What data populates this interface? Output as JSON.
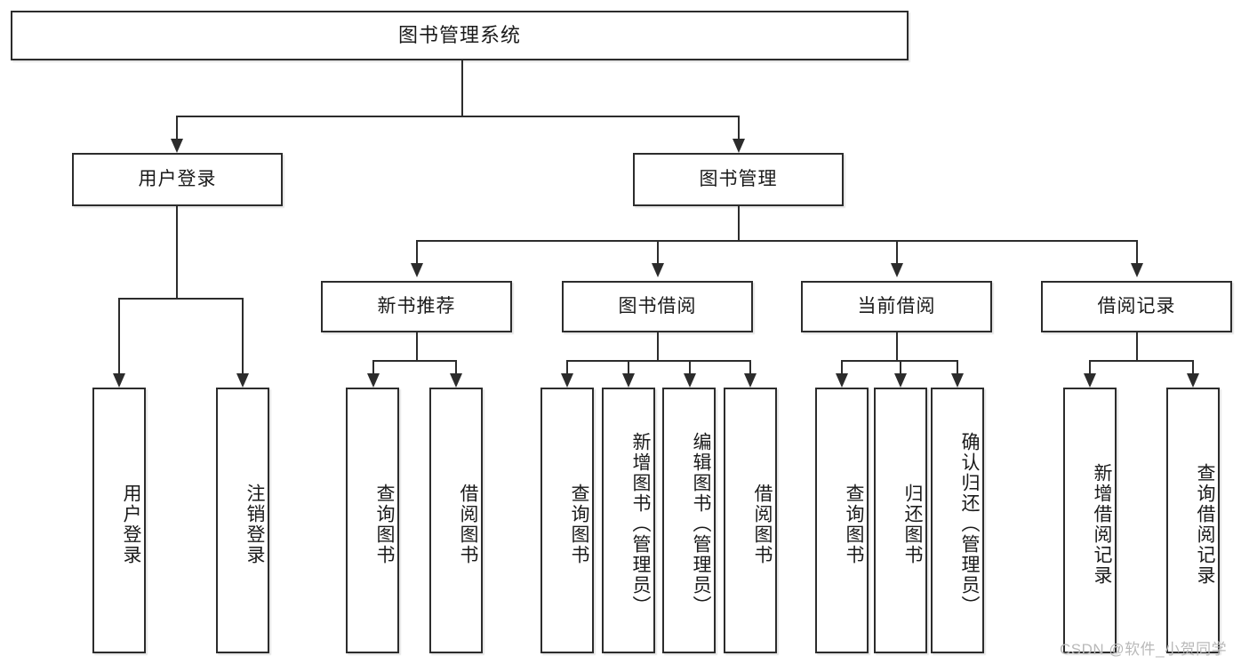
{
  "diagram": {
    "title": "图书管理系统",
    "type": "tree-hierarchy-chart",
    "root": {
      "label": "图书管理系统"
    },
    "level2": [
      {
        "label": "用户登录"
      },
      {
        "label": "图书管理"
      }
    ],
    "level3": [
      {
        "label": "新书推荐"
      },
      {
        "label": "图书借阅"
      },
      {
        "label": "当前借阅"
      },
      {
        "label": "借阅记录"
      }
    ],
    "leaves": {
      "user_login": [
        {
          "label": "用户登录"
        },
        {
          "label": "注销登录"
        }
      ],
      "new_book_recommend": [
        {
          "label": "查询图书"
        },
        {
          "label": "借阅图书"
        }
      ],
      "book_borrow": [
        {
          "label": "查询图书"
        },
        {
          "label": "新增图书（管理员）"
        },
        {
          "label": "编辑图书（管理员）"
        },
        {
          "label": "借阅图书"
        }
      ],
      "current_borrow": [
        {
          "label": "查询图书"
        },
        {
          "label": "归还图书"
        },
        {
          "label": "确认归还（管理员）"
        }
      ],
      "borrow_record": [
        {
          "label": "新增借阅记录"
        },
        {
          "label": "查询借阅记录"
        }
      ]
    }
  },
  "watermark": {
    "text": "CSDN @软件_小贺同学"
  },
  "colors": {
    "background": "#ffffff",
    "border": "#2c2c2c",
    "text": "#1a1a1a",
    "watermark": "#b9b9b9"
  }
}
